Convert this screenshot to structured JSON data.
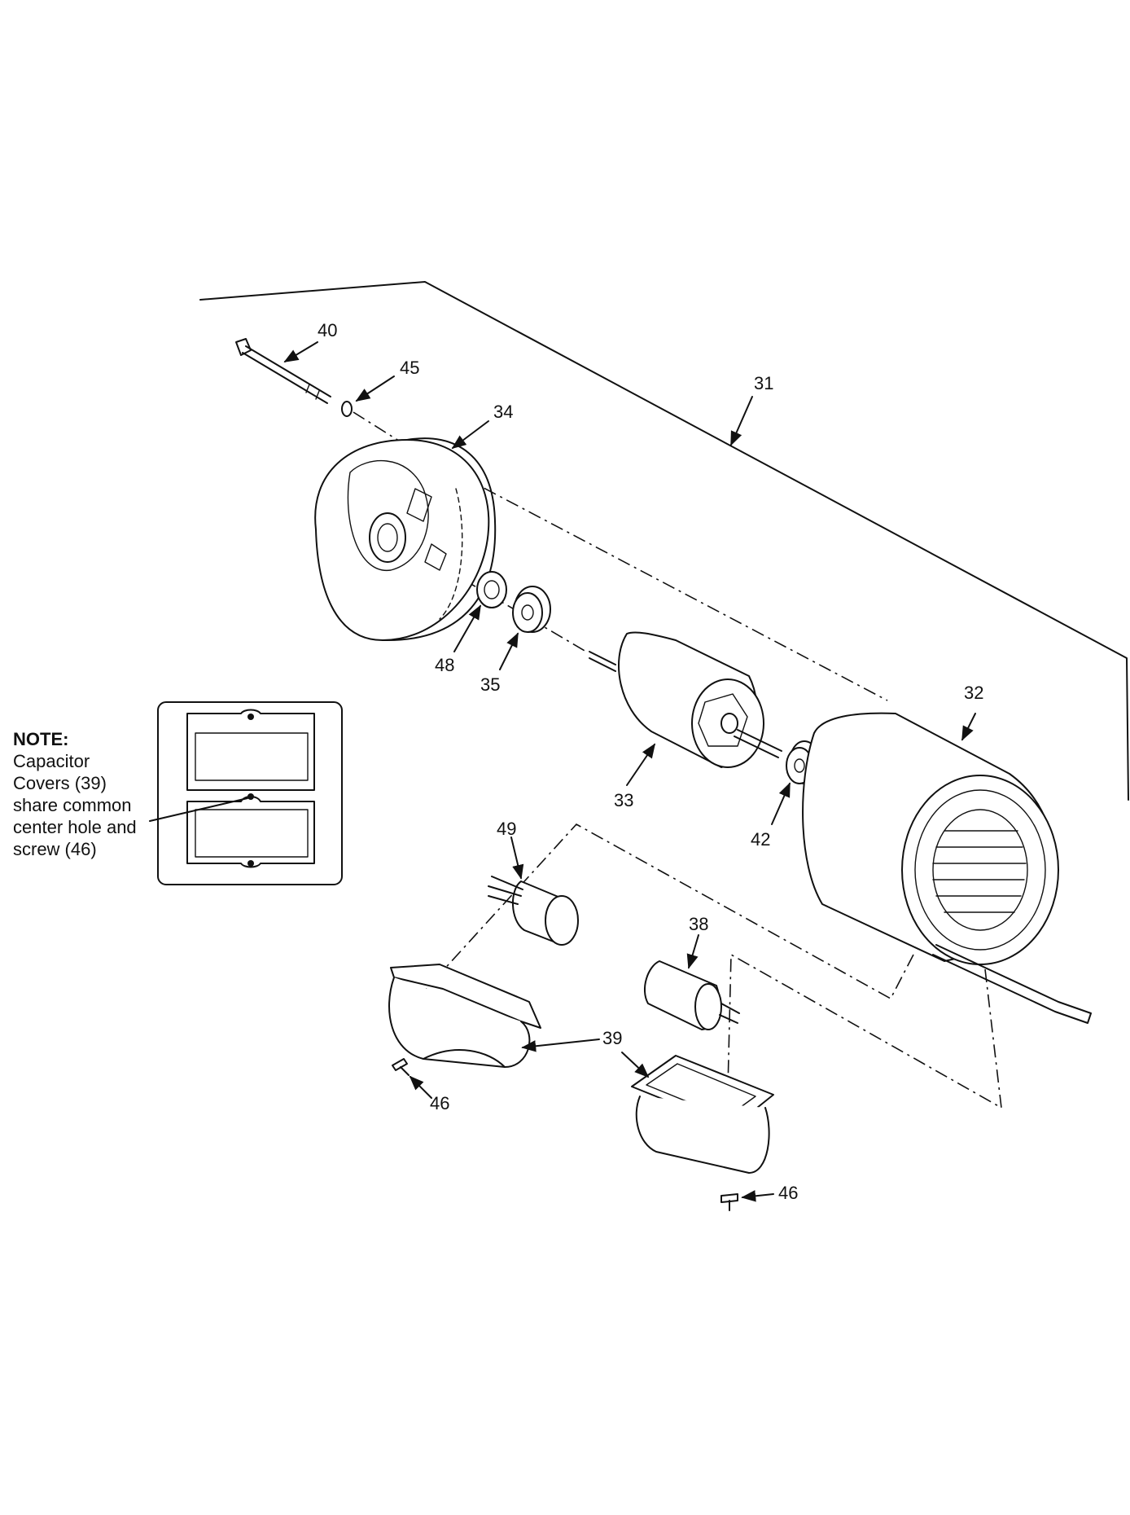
{
  "note": {
    "title": "NOTE:",
    "lines": [
      "Capacitor",
      "Covers (39)",
      "share common",
      "center hole and",
      "screw (46)"
    ]
  },
  "callouts": {
    "c31": "31",
    "c32": "32",
    "c33": "33",
    "c34": "34",
    "c35": "35",
    "c38": "38",
    "c39": "39",
    "c40": "40",
    "c42": "42",
    "c45": "45",
    "c46a": "46",
    "c46b": "46",
    "c48": "48",
    "c49": "49"
  }
}
